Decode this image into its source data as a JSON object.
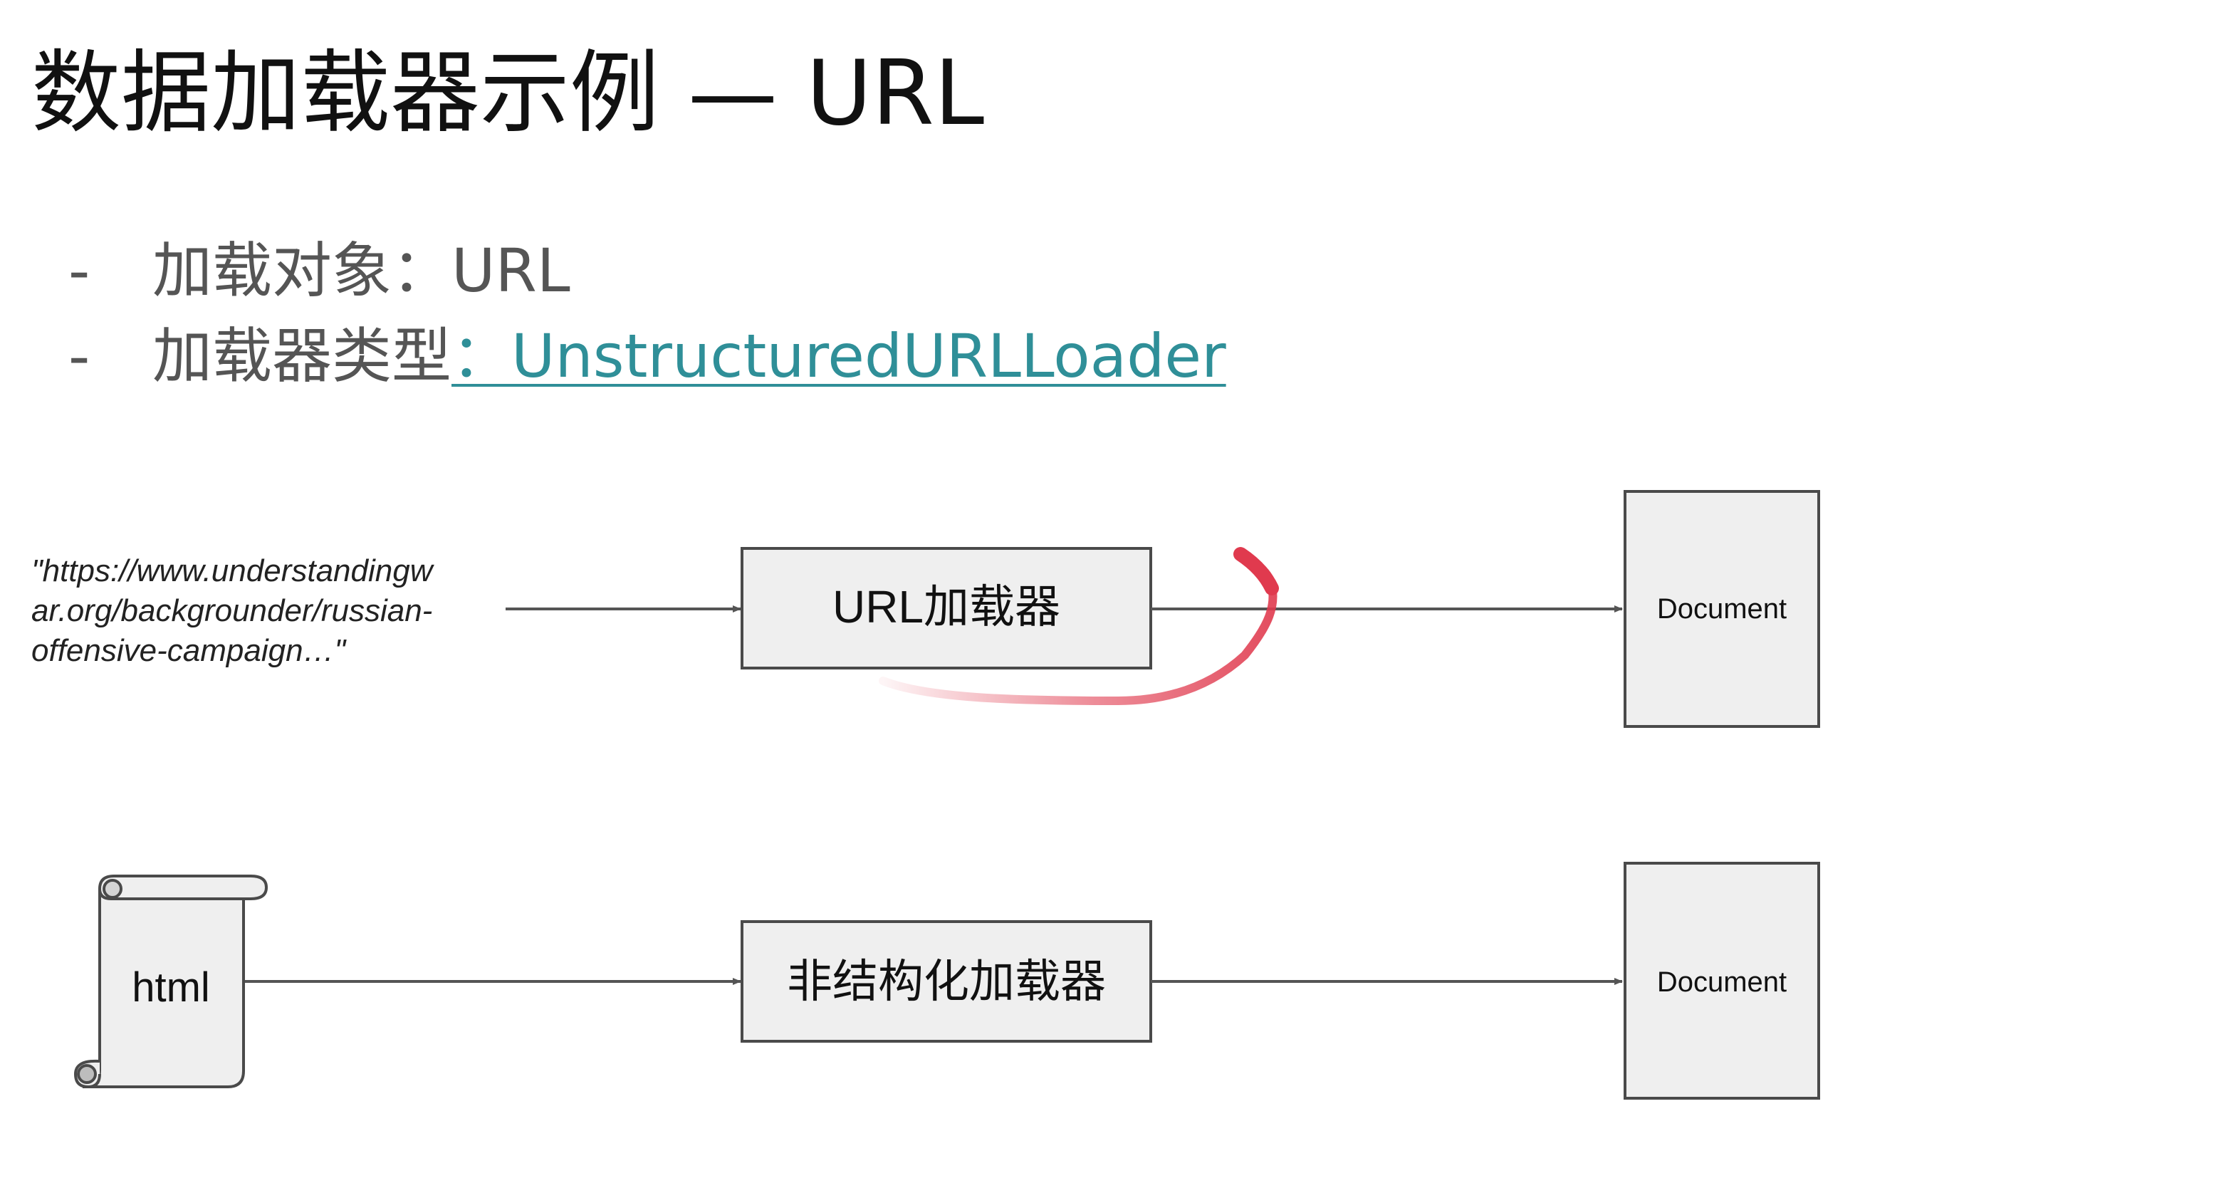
{
  "slide": {
    "title": "数据加载器示例 — URL"
  },
  "bullets": [
    {
      "dash": "-",
      "label": "加载对象：URL",
      "link": ""
    },
    {
      "dash": "-",
      "label": "加载器类型",
      "link": "：UnstructuredURLLoader"
    }
  ],
  "diagram": {
    "url_input": {
      "lines": [
        "\"https://www.understandingw",
        "ar.org/backgrounder/russian-",
        "offensive-campaign…\""
      ]
    },
    "url_loader": {
      "label": "URL加载器"
    },
    "html_scroll": {
      "label": "html"
    },
    "unstructured_loader": {
      "label": "非结构化加载器"
    },
    "document_top": {
      "label": "Document"
    },
    "document_bottom": {
      "label": "Document"
    }
  },
  "colors": {
    "box_fill": "#efefef",
    "box_stroke": "#4a4a4a",
    "arrow": "#555555",
    "link": "#2f8f98",
    "annotation": "#e03a4e"
  }
}
